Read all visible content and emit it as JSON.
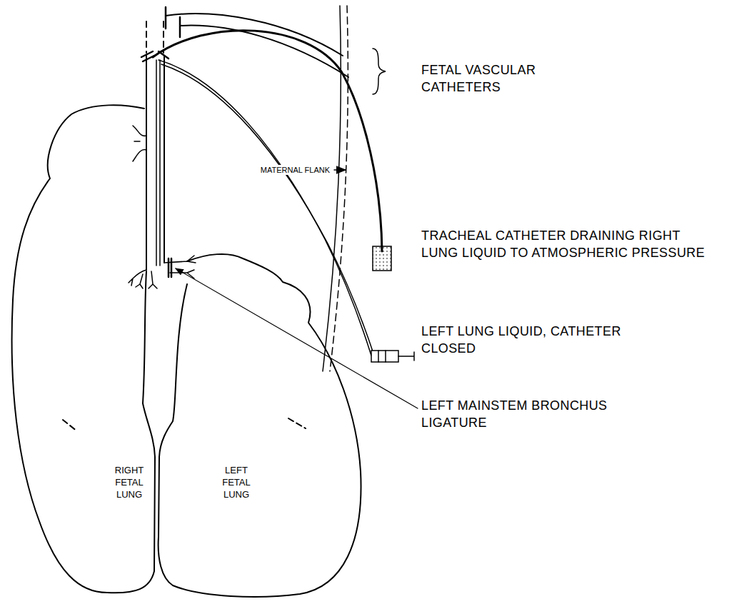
{
  "diagram": {
    "nodes": [
      {
        "text": [
          "RIGHT FETAL LUNG"
        ]
      },
      {
        "text": [
          "LEFT FETAL LUNG"
        ]
      }
    ],
    "labels": [
      "FETAL VASCULAR CATHETERS",
      "MATERNAL FLANK",
      "TRACHEAL CATHETER DRAINING RIGHT LUNG LIQUID TO ATMOSPHERIC PRESSURE",
      "LEFT LUNG LIQUID, CATHETER CLOSED",
      "LEFT MAINSTEM BRONCHUS LIGATURE"
    ]
  }
}
